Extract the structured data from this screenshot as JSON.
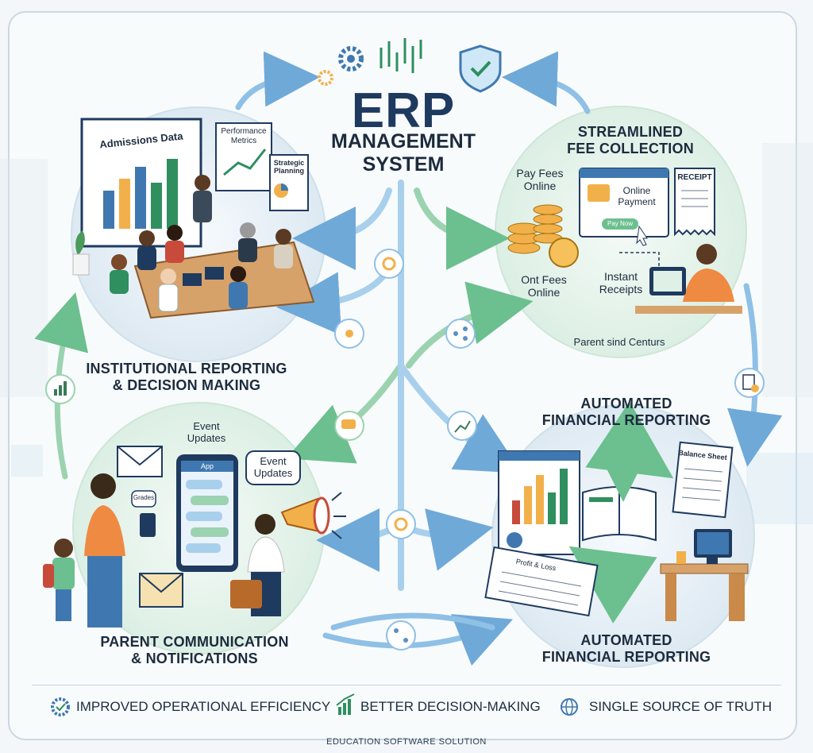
{
  "center": {
    "title": "ERP",
    "subtitle_line1": "MANAGEMENT",
    "subtitle_line2": "SYSTEM"
  },
  "modules": {
    "reporting": {
      "title_line1": "INSTITUTIONAL REPORTING",
      "title_line2": "& DECISION MAKING",
      "screen1": "Admissions Data",
      "screen2_line1": "Performance",
      "screen2_line2": "Metrics",
      "screen3_line1": "Strategic",
      "screen3_line2": "Planning"
    },
    "fees": {
      "title_line1": "STREAMLINED",
      "title_line2": "FEE COLLECTION",
      "pay_line1": "Pay Fees",
      "pay_line2": "Online",
      "online_line1": "Online",
      "online_line2": "Payment",
      "pay_button": "Pay Now",
      "receipt": "RECEIPT",
      "ont_line1": "Ont Fees",
      "ont_line2": "Online",
      "instant_line1": "Instant",
      "instant_line2": "Receipts",
      "parent_label": "Parent sind Centurs"
    },
    "communication": {
      "title_line1": "PARENT COMMUNICATION",
      "title_line2": "& NOTIFICATIONS",
      "event_top_line1": "Event",
      "event_top_line2": "Updates",
      "event_bubble_line1": "Event",
      "event_bubble_line2": "Updates",
      "grades": "Grades",
      "app": "App"
    },
    "financial": {
      "title_top_line1": "AUTOMATED",
      "title_top_line2": "FINANCIAL REPORTING",
      "title_bottom_line1": "AUTOMATED",
      "title_bottom_line2": "FINANCIAL REPORTING",
      "balance_sheet": "Balance Sheet",
      "profit_loss": "Profit & Loss"
    }
  },
  "benefits": [
    {
      "label": "IMPROVED OPERATIONAL EFFICIENCY",
      "icon": "gear-check-icon"
    },
    {
      "label": "BETTER DECISION-MAKING",
      "icon": "bar-chart-icon"
    },
    {
      "label": "SINGLE SOURCE OF TRUTH",
      "icon": "globe-icon"
    }
  ],
  "footer": "EDUCATION SOFTWARE SOLUTION",
  "colors": {
    "navy": "#1f3a5f",
    "arrow_blue": "#8fc0e6",
    "arrow_green": "#9bd3b0",
    "circle_fill": "#e6f2ec",
    "accent_orange": "#f2b04a"
  }
}
